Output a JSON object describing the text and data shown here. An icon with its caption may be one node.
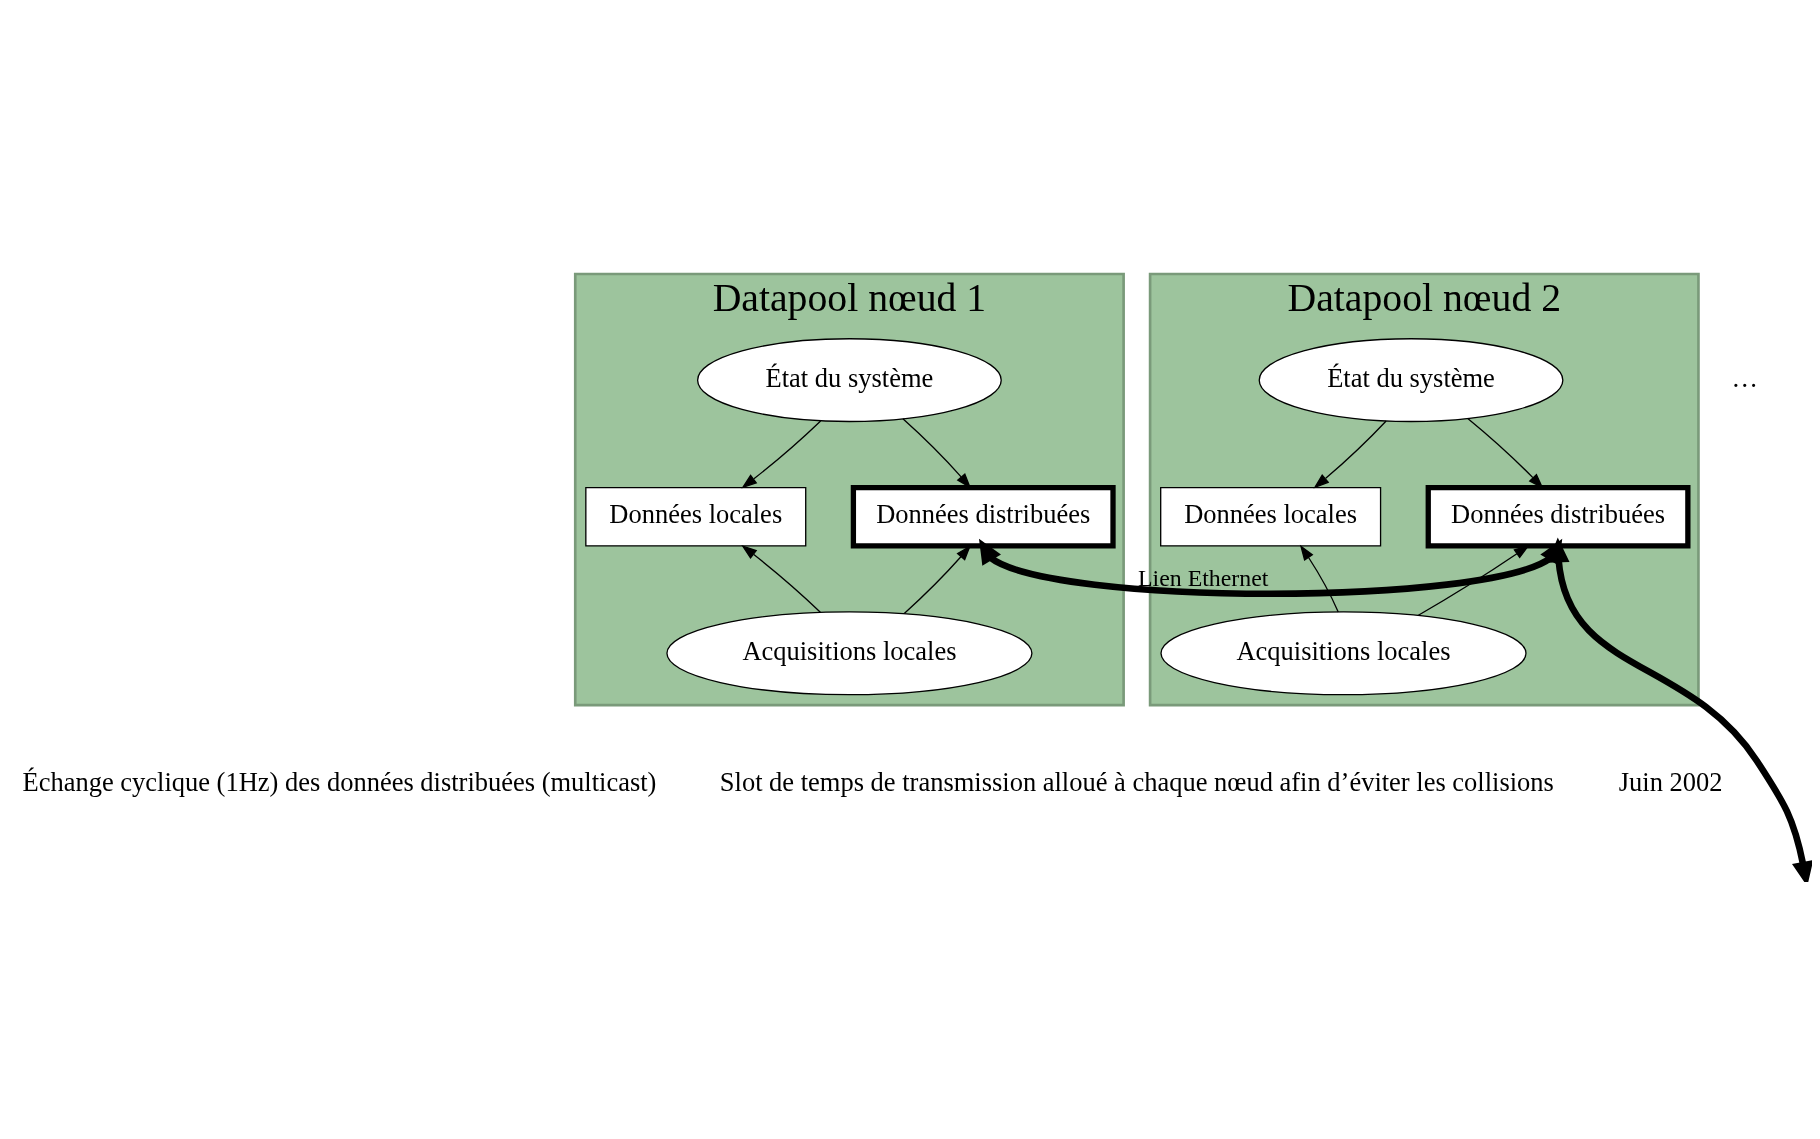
{
  "diagram": {
    "nodes": [
      {
        "text": [
          "Datapool nœud 1"
        ]
      },
      {
        "text": [
          "État du système"
        ],
        "in": 0
      },
      {
        "text": [
          "Données locales"
        ],
        "in": 0
      },
      {
        "text": [
          "Données distribuées"
        ],
        "in": 0
      },
      {
        "text": [
          "Acquisitions locales"
        ],
        "in": 0
      },
      {
        "text": [
          "Datapool nœud 2"
        ]
      },
      {
        "text": [
          "État du système"
        ],
        "in": 5
      },
      {
        "text": [
          "Données locales"
        ],
        "in": 5
      },
      {
        "text": [
          "Données distribuées"
        ],
        "in": 5
      },
      {
        "text": [
          "Acquisitions locales"
        ],
        "in": 5
      }
    ],
    "edges": [
      {
        "from": 1,
        "to": 2,
        "arrow": "to"
      },
      {
        "from": 1,
        "to": 3,
        "arrow": "to"
      },
      {
        "from": 4,
        "to": 2,
        "arrow": "to"
      },
      {
        "from": 4,
        "to": 3,
        "arrow": "to"
      },
      {
        "from": 6,
        "to": 7,
        "arrow": "to"
      },
      {
        "from": 6,
        "to": 8,
        "arrow": "to"
      },
      {
        "from": 9,
        "to": 7,
        "arrow": "to"
      },
      {
        "from": 9,
        "to": 8,
        "arrow": "to"
      },
      {
        "from": 3,
        "to": 8,
        "arrow": "both",
        "style": "thick",
        "label": "Lien Ethernet"
      },
      {
        "from": 8,
        "to": null,
        "arrow": "both",
        "style": "thick"
      }
    ],
    "labels": [
      "…",
      "Échange cyclique (1Hz) des données distribuées (multicast)",
      "Slot de temps de transmission alloué à chaque nœud afin d’éviter les collisions",
      "Juin 2002"
    ]
  }
}
